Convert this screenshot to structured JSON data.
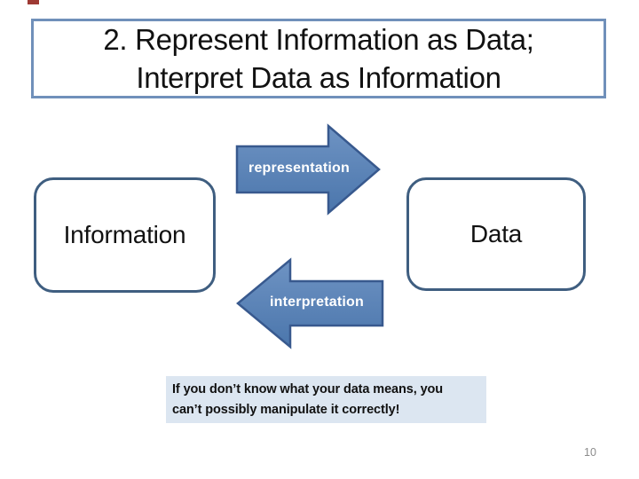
{
  "title": {
    "text": "2. Represent Information as Data;\nInterpret Data as Information",
    "border_color": "#7090ba"
  },
  "boxes": {
    "left_label": "Information",
    "right_label": "Data",
    "border_color": "#3f5e80",
    "fill": "#ffffff"
  },
  "arrows": {
    "top": {
      "label": "representation",
      "direction": "right"
    },
    "bottom": {
      "label": "interpretation",
      "direction": "left"
    },
    "fill_top": "#6e93c3",
    "fill_bottom": "#4b76ac",
    "stroke": "#38598e",
    "label_color": "#ffffff"
  },
  "note": {
    "text": "If you don’t know what your data means, you\ncan’t possibly manipulate it correctly!",
    "background": "#dce6f1"
  },
  "page_number": "10",
  "corner_mark_color": "#9e3a34"
}
